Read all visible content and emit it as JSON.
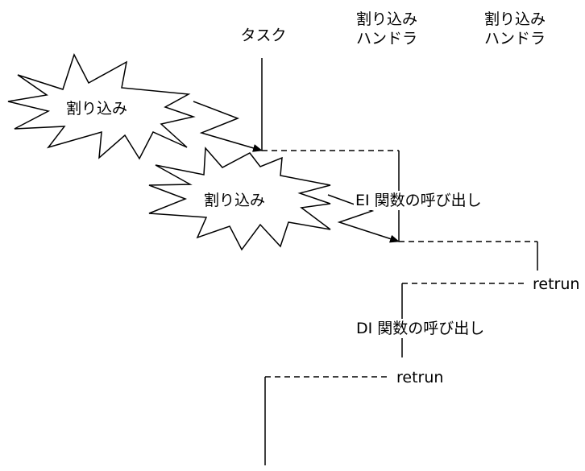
{
  "columns": {
    "task": "タスク",
    "handler1": [
      "割り込み",
      "ハンドラ"
    ],
    "handler2": [
      "割り込み",
      "ハンドラ"
    ]
  },
  "interrupts": {
    "first": "割り込み",
    "second": "割り込み"
  },
  "calls": {
    "ei": "EI 関数の呼び出し",
    "di": "DI 関数の呼び出し"
  },
  "returns": {
    "first": "retrun",
    "second": "retrun"
  },
  "colors": {
    "line": "#000000",
    "background": "#ffffff"
  }
}
